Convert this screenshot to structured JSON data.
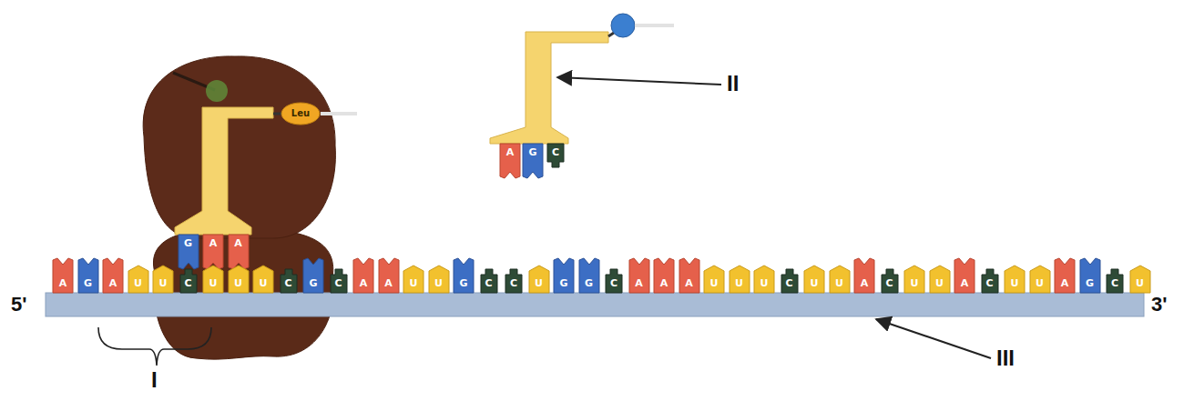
{
  "diagram": {
    "nodes": [
      {
        "text": [
          "Leu"
        ]
      },
      {
        "text": [
          "G"
        ]
      },
      {
        "text": [
          "A"
        ]
      },
      {
        "text": [
          "A"
        ]
      },
      {
        "text": [
          "A"
        ]
      },
      {
        "text": [
          "G"
        ]
      },
      {
        "text": [
          "C"
        ]
      },
      {
        "text": [
          "A"
        ]
      },
      {
        "text": [
          "G"
        ]
      },
      {
        "text": [
          "A"
        ]
      },
      {
        "text": [
          "U"
        ]
      },
      {
        "text": [
          "U"
        ]
      },
      {
        "text": [
          "C"
        ]
      },
      {
        "text": [
          "U"
        ]
      },
      {
        "text": [
          "U"
        ]
      },
      {
        "text": [
          "U"
        ]
      },
      {
        "text": [
          "C"
        ]
      },
      {
        "text": [
          "G"
        ]
      },
      {
        "text": [
          "C"
        ]
      },
      {
        "text": [
          "A"
        ]
      },
      {
        "text": [
          "A"
        ]
      },
      {
        "text": [
          "U"
        ]
      },
      {
        "text": [
          "U"
        ]
      },
      {
        "text": [
          "G"
        ]
      },
      {
        "text": [
          "C"
        ]
      },
      {
        "text": [
          "C"
        ]
      },
      {
        "text": [
          "U"
        ]
      },
      {
        "text": [
          "G"
        ]
      },
      {
        "text": [
          "G"
        ]
      },
      {
        "text": [
          "C"
        ]
      },
      {
        "text": [
          "A"
        ]
      },
      {
        "text": [
          "A"
        ]
      },
      {
        "text": [
          "A"
        ]
      },
      {
        "text": [
          "U"
        ]
      },
      {
        "text": [
          "U"
        ]
      },
      {
        "text": [
          "U"
        ]
      },
      {
        "text": [
          "C"
        ]
      },
      {
        "text": [
          "U"
        ]
      },
      {
        "text": [
          "U"
        ]
      },
      {
        "text": [
          "A"
        ]
      },
      {
        "text": [
          "C"
        ]
      },
      {
        "text": [
          "U"
        ]
      },
      {
        "text": [
          "U"
        ]
      },
      {
        "text": [
          "A"
        ]
      },
      {
        "text": [
          "C"
        ]
      },
      {
        "text": [
          "U"
        ]
      },
      {
        "text": [
          "U"
        ]
      },
      {
        "text": [
          "A"
        ]
      },
      {
        "text": [
          "G"
        ]
      },
      {
        "text": [
          "C"
        ]
      },
      {
        "text": [
          "U"
        ]
      }
    ],
    "labels": [
      "II",
      "5'",
      "3'",
      "I",
      "III"
    ]
  }
}
